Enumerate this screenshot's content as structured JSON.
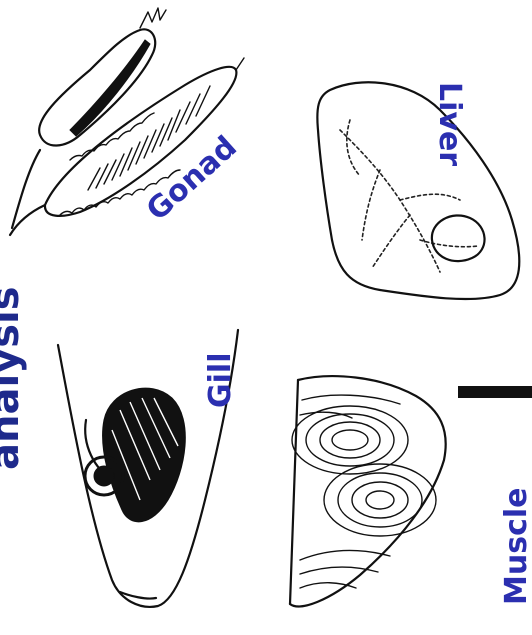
{
  "labels": {
    "gonad": "Gonad",
    "liver": "Liver",
    "gill": "Gill",
    "muscle": "Muscle",
    "side_title": "analysis"
  },
  "colors": {
    "label": "#2b2fb0",
    "side_title": "#1e2a8c",
    "ink": "#111111"
  }
}
